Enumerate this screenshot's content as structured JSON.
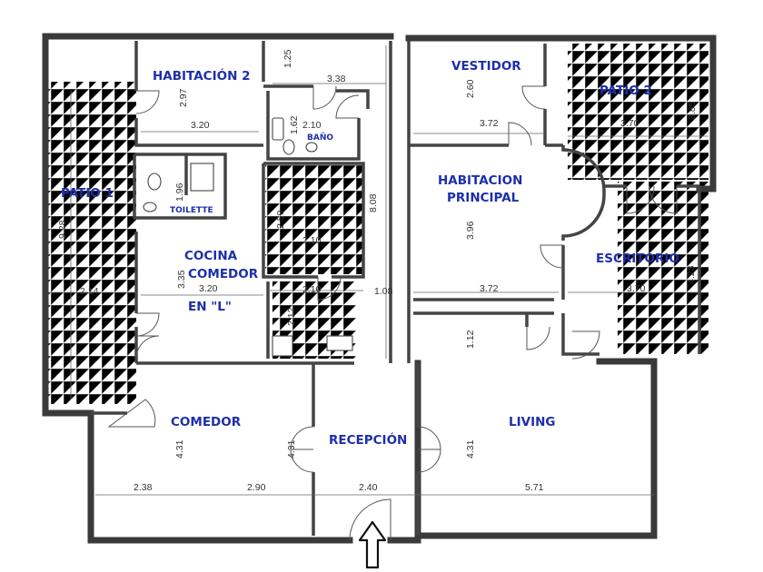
{
  "rooms": {
    "habitacion_2": "HABITACIÓN 2",
    "vestidor": "VESTIDOR",
    "patio_2": "PATIO 2",
    "bano": "BAÑO",
    "patio_1": "PATIO 1",
    "toilette": "TOILETTE",
    "habitacion_principal_1": "HABITACION",
    "habitacion_principal_2": "PRINCIPAL",
    "cocina": "COCINA",
    "cocina_comedor": "COMEDOR",
    "cocina_en_l": "EN \"L\"",
    "escritorio": "ESCRITORIO",
    "comedor": "COMEDOR",
    "recepcion": "RECEPCIÓN",
    "living": "LIVING"
  },
  "dimensions": {
    "hab2_depth": "1.25",
    "hall_width_top": "3.38",
    "hab2_height": "2.97",
    "hab2_width": "3.20",
    "bano_width": "2.10",
    "bano_height": "1.62",
    "vestidor_height": "2.60",
    "vestidor_width": "3.72",
    "patio2_width": "3.70",
    "patio2_height": "3.85",
    "toilette_height": "1.96",
    "patio1_height": "9.28",
    "hall_height": "2.59",
    "hall_width_mid": "2.10",
    "corridor_length": "8.08",
    "principal_height": "3.96",
    "cocina_height": "3.35",
    "cocina_width": "3.20",
    "cocina_ext_width": "2.10",
    "cocina_ext_height": "2.12",
    "patio1_width": "2.14",
    "corridor_width": "1.08",
    "principal_width": "3.72",
    "escritorio_width": "3.70",
    "escritorio_height": "4.23",
    "principal_passage": "1.12",
    "comedor_height": "4.31",
    "recepcion_height": "4.31",
    "living_height": "4.31",
    "comedor_width_a": "2.38",
    "comedor_width_b": "2.90",
    "recepcion_width": "2.40",
    "living_width": "5.71"
  },
  "entrance_arrow": "up-arrow-icon"
}
